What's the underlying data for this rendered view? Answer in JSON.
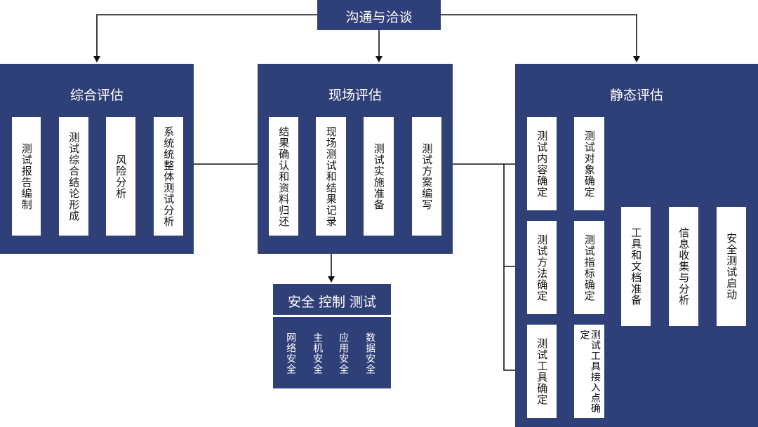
{
  "top": {
    "label": "沟通与洽谈"
  },
  "left": {
    "title": "综合评估",
    "items": [
      "测试报告编制",
      "测试综合结论形成",
      "风险分析",
      "系统统整体测试分析"
    ]
  },
  "middle": {
    "title": "现场评估",
    "items": [
      "结果确认和资料归还",
      "现场测试和结果记录",
      "测试实施准备",
      "测试方案编写"
    ]
  },
  "control": {
    "title": "安全 控制 测试",
    "items": [
      "网络安全",
      "主机安全",
      "应用安全",
      "数据安全"
    ]
  },
  "right": {
    "title": "静态评估",
    "col1": [
      "测试内容确定",
      "测试方法确定",
      "测试工具确定"
    ],
    "col2": [
      "测试对象确定",
      "测试指标确定",
      "测试工具接入点确定"
    ],
    "prep": [
      "工具和文档准备",
      "信息收集与分析",
      "安全测试启动"
    ]
  },
  "colors": {
    "panel": "#2f3f77",
    "box": "#ffffff",
    "line": "#111111"
  }
}
